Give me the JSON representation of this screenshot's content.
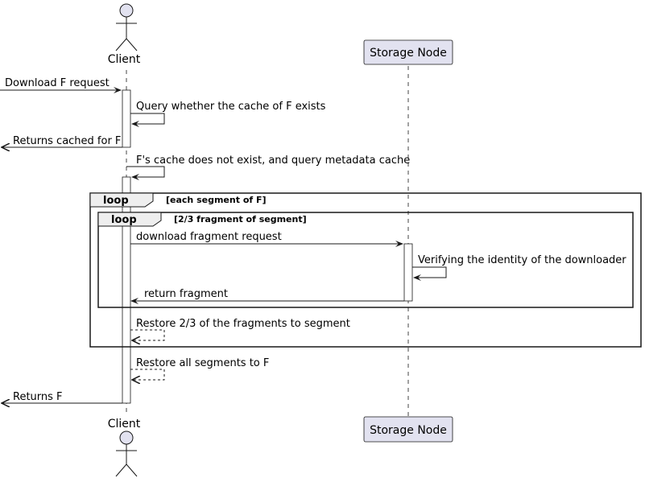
{
  "participants": {
    "client": "Client",
    "storage": "Storage Node"
  },
  "loops": {
    "outer": {
      "keyword": "loop",
      "guard": "[each segment of F]"
    },
    "inner": {
      "keyword": "loop",
      "guard": "[2/3 fragment of segment]"
    }
  },
  "messages": {
    "m1": "Download F request",
    "m2": "Query whether the cache of F exists",
    "m3": "Returns cached for F",
    "m4": "F's cache does not exist, and query metadata cache",
    "m5": "download fragment request",
    "m6": "Verifying the identity of the downloader",
    "m7": "return fragment",
    "m8": "Restore 2/3 of the fragments to segment",
    "m9": "Restore all segments to F",
    "m10": "Returns F"
  },
  "colors": {
    "participant_fill": "#e2e2f0",
    "participant_border": "#181818",
    "line": "#181818",
    "loop_header_fill": "#eeeeee"
  }
}
